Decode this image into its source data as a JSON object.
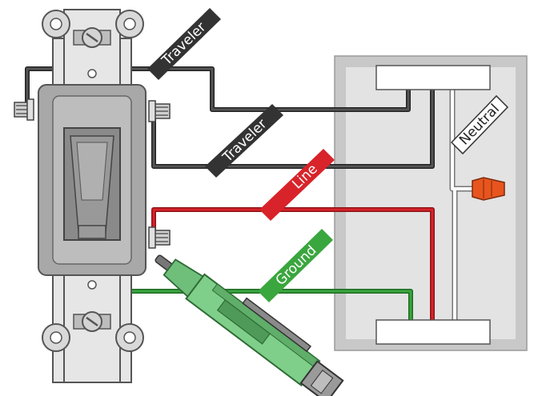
{
  "labels": {
    "traveler_top": "Traveler",
    "traveler_mid": "Traveler",
    "line": "Line",
    "ground": "Ground",
    "neutral": "Neutral"
  },
  "colors": {
    "traveler": "#333333",
    "line": "#d8232a",
    "ground": "#3aa63e",
    "neutral": "#ffffff",
    "wire_nut": "#e8541e",
    "switch_body": "#cfcfcf",
    "switch_frame": "#e6e6e6",
    "box": "#c8c8c8",
    "box_inner": "#e3e3e3",
    "tester": "#7fcf8a"
  }
}
